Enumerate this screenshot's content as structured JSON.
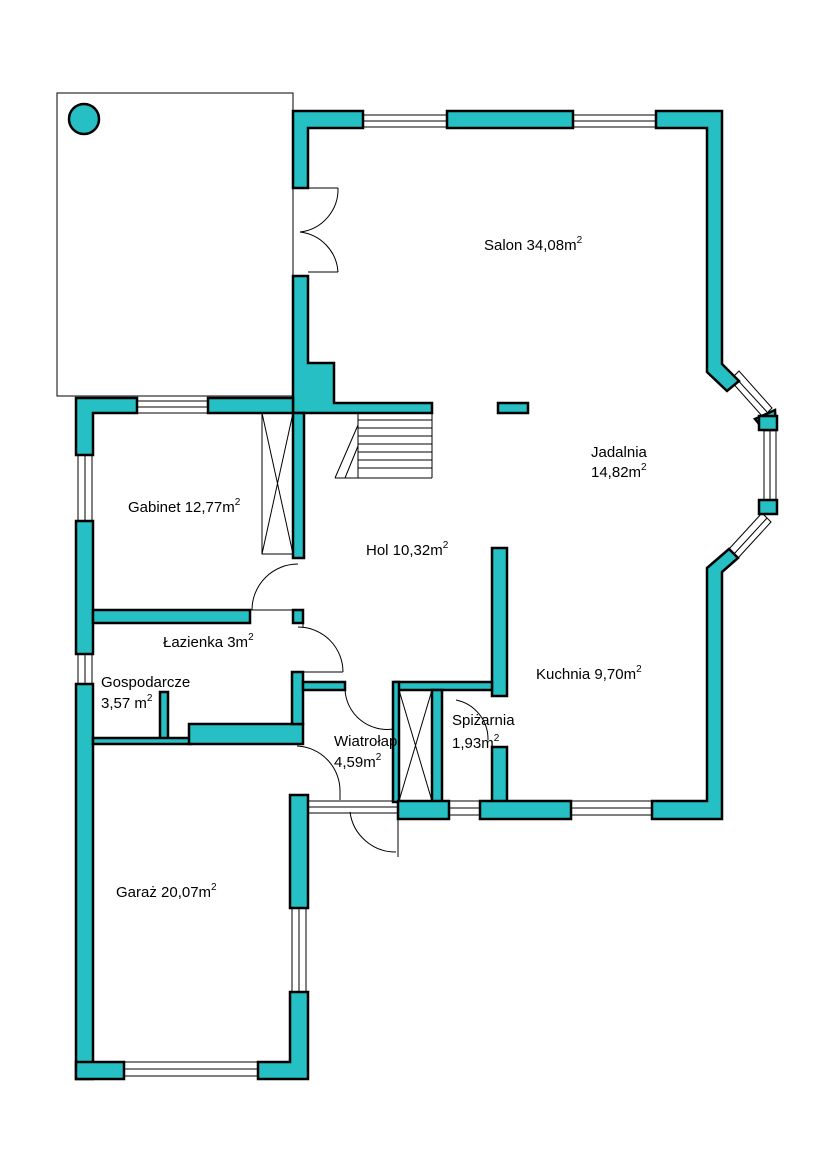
{
  "colors": {
    "wall": "#26bfc3",
    "line": "#000000",
    "background": "#ffffff"
  },
  "rooms": {
    "salon": {
      "name": "Salon 34,08m",
      "exp": "2"
    },
    "jadalnia": {
      "name": "Jadalnia",
      "area": "14,82m",
      "exp": "2"
    },
    "gabinet": {
      "name": "Gabinet 12,77m",
      "exp": "2"
    },
    "hol": {
      "name": "Hol 10,32m",
      "exp": "2"
    },
    "lazienka": {
      "name": "Łazienka 3m",
      "exp": "2"
    },
    "kuchnia": {
      "name": "Kuchnia 9,70m",
      "exp": "2"
    },
    "gospodarcze": {
      "name": "Gospodarcze",
      "area": "3,57 m",
      "exp": "2"
    },
    "wiatrolap": {
      "name": "Wiatrołap",
      "area": "4,59m",
      "exp": "2"
    },
    "spizarnia": {
      "name": "Spiżarnia",
      "area": "1,93m",
      "exp": "2"
    },
    "garaz": {
      "name": "Garaż 20,07m",
      "exp": "2"
    }
  }
}
